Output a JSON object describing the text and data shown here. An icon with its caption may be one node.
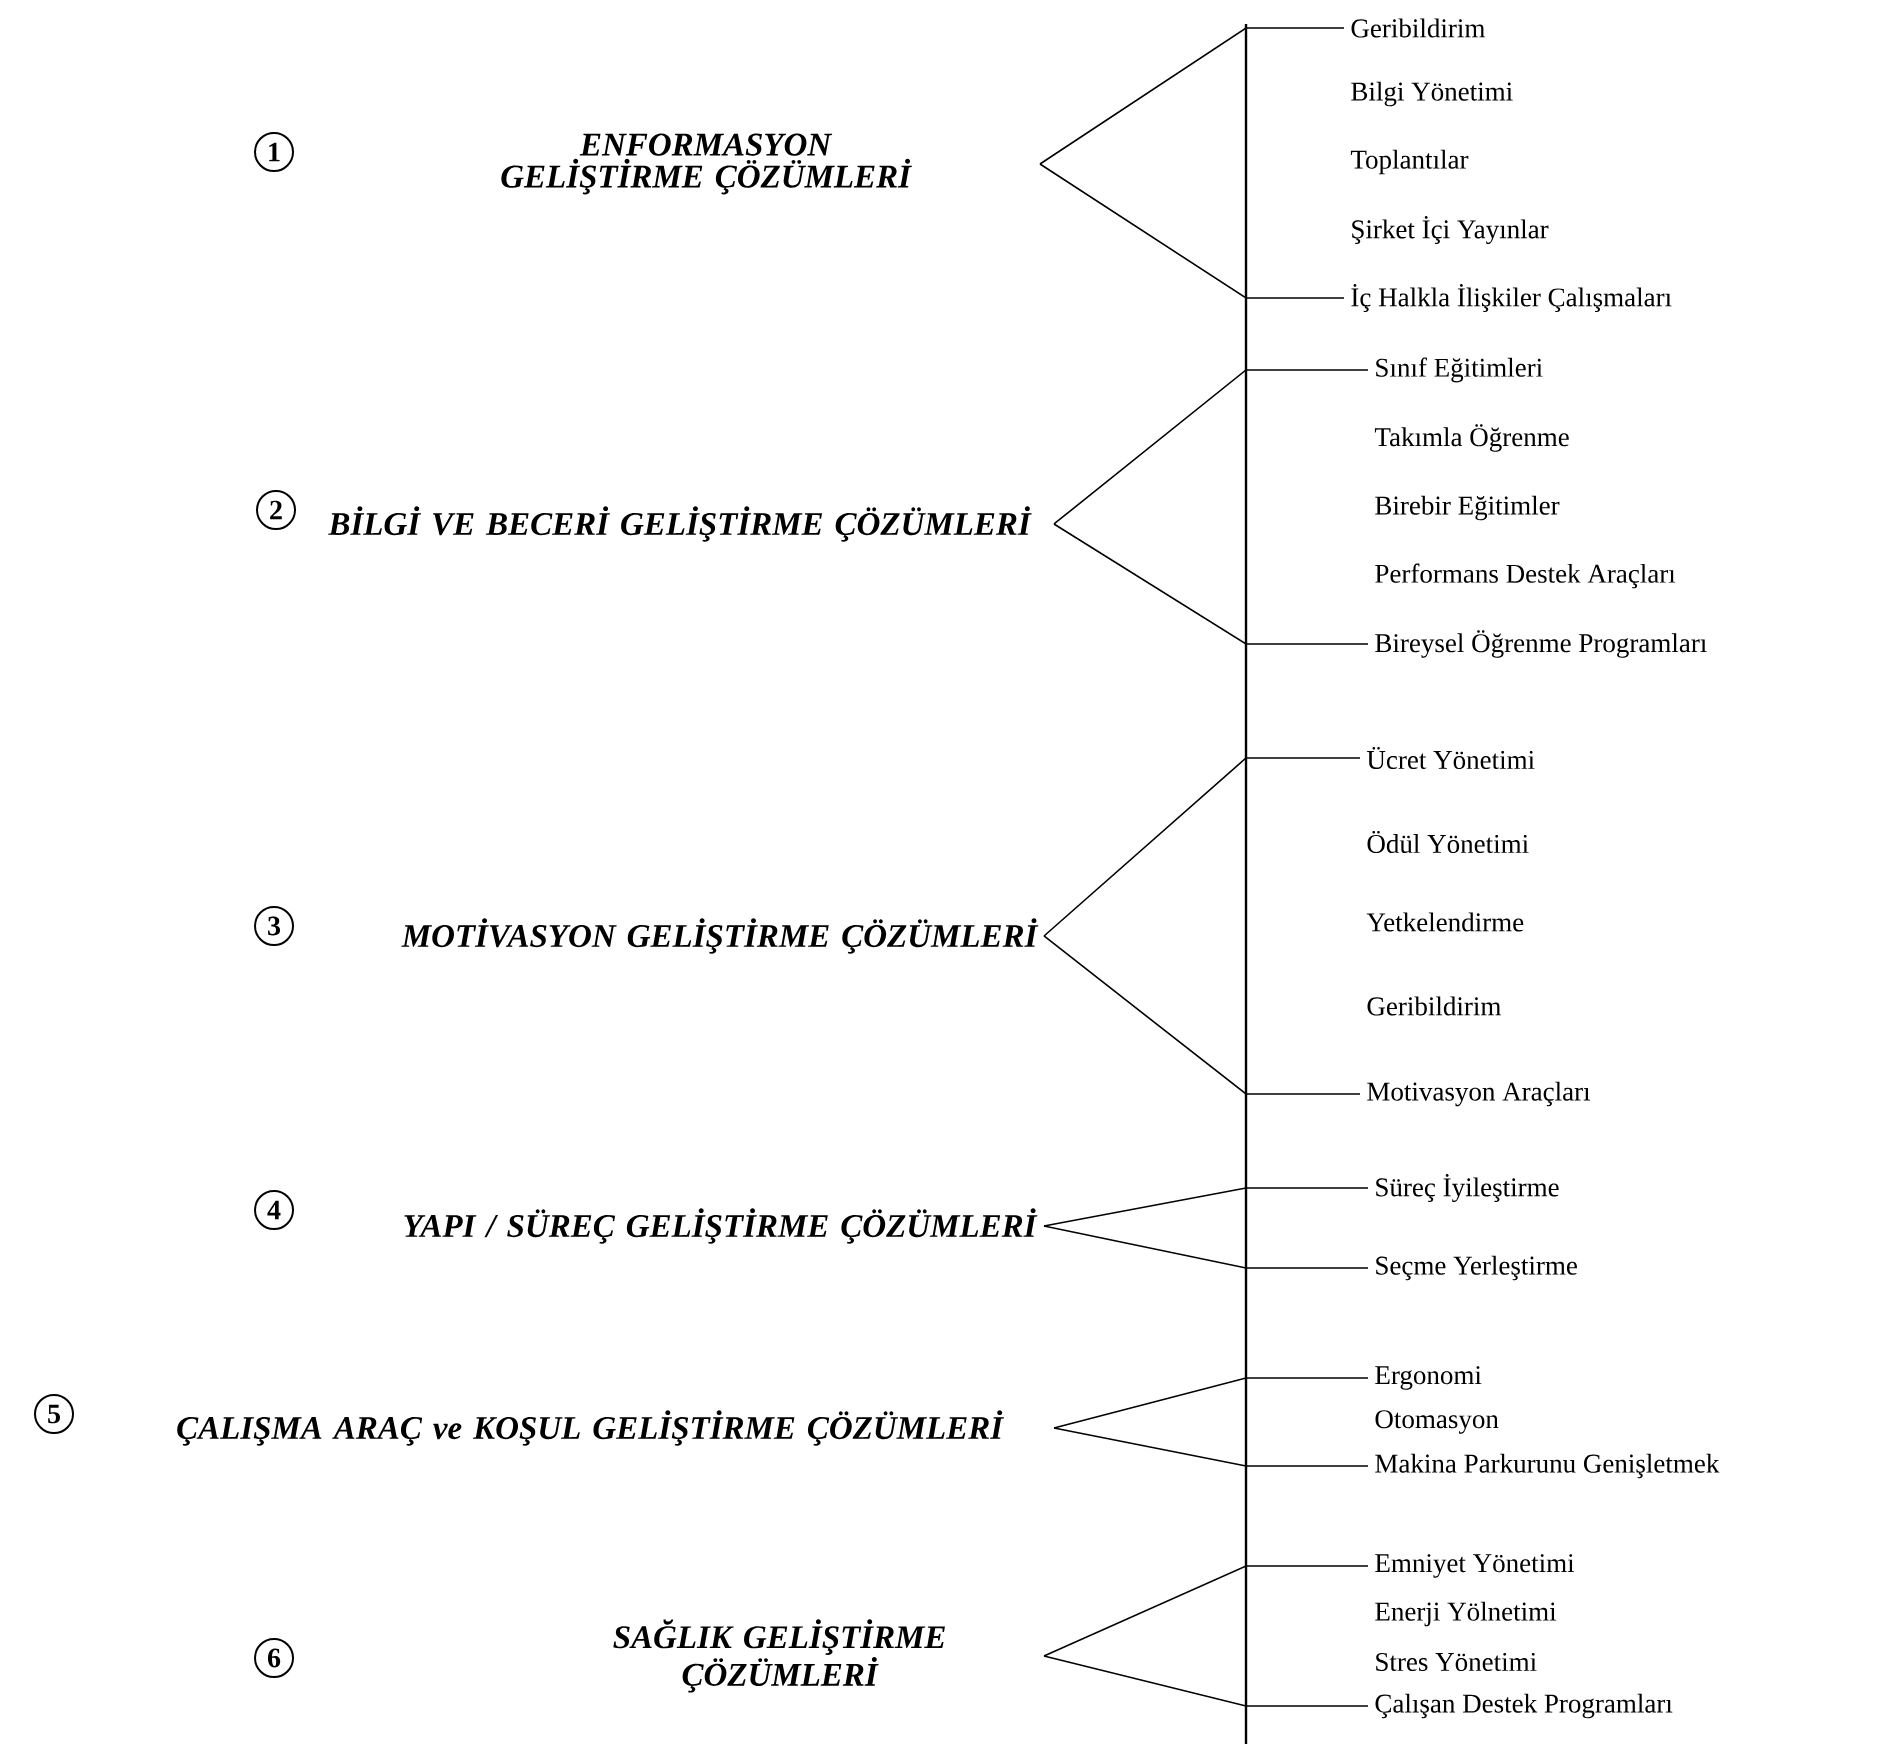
{
  "diagram": {
    "nodes": [
      {
        "text": [
          "1"
        ]
      },
      {
        "text": [
          "ENFORMASYON GELİŞTİRME ÇÖZÜMLERİ"
        ]
      },
      {
        "text": [
          "Geribildirim"
        ]
      },
      {
        "text": [
          "Bilgi Yönetimi"
        ]
      },
      {
        "text": [
          "Toplantılar"
        ]
      },
      {
        "text": [
          "Şirket İçi Yayınlar"
        ]
      },
      {
        "text": [
          "İç Halkla İlişkiler Çalışmaları"
        ]
      },
      {
        "text": [
          "2"
        ]
      },
      {
        "text": [
          "BİLGİ VE BECERİ GELİŞTİRME ÇÖZÜMLERİ"
        ]
      },
      {
        "text": [
          "Sınıf Eğitimleri"
        ]
      },
      {
        "text": [
          "Takımla Öğrenme"
        ]
      },
      {
        "text": [
          "Birebir Eğitimler"
        ]
      },
      {
        "text": [
          "Performans Destek Araçları"
        ]
      },
      {
        "text": [
          "Bireysel Öğrenme Programları"
        ]
      },
      {
        "text": [
          "3"
        ]
      },
      {
        "text": [
          "MOTİVASYON GELİŞTİRME ÇÖZÜMLERİ"
        ]
      },
      {
        "text": [
          "Ücret Yönetimi"
        ]
      },
      {
        "text": [
          "Ödül Yönetimi"
        ]
      },
      {
        "text": [
          "Yetkelendirme"
        ]
      },
      {
        "text": [
          "Geribildirim"
        ]
      },
      {
        "text": [
          "Motivasyon Araçları"
        ]
      },
      {
        "text": [
          "4"
        ]
      },
      {
        "text": [
          "YAPI / SÜREÇ GELİŞTİRME ÇÖZÜMLERİ"
        ]
      },
      {
        "text": [
          "Süreç İyileştirme"
        ]
      },
      {
        "text": [
          "Seçme Yerleştirme"
        ]
      },
      {
        "text": [
          "5"
        ]
      },
      {
        "text": [
          "ÇALIŞMA ARAÇ ve KOŞUL GELİŞTİRME ÇÖZÜMLERİ"
        ]
      },
      {
        "text": [
          "Ergonomi"
        ]
      },
      {
        "text": [
          "Otomasyon"
        ]
      },
      {
        "text": [
          "Makina Parkurunu Genişletmek"
        ]
      },
      {
        "text": [
          "6"
        ]
      },
      {
        "text": [
          "SAĞLIK GELİŞTİRME ÇÖZÜMLERİ"
        ]
      },
      {
        "text": [
          "Emniyet Yönetimi"
        ]
      },
      {
        "text": [
          "Enerji Yölnetimi"
        ]
      },
      {
        "text": [
          "Stres Yönetimi"
        ]
      },
      {
        "text": [
          "Çalışan Destek Programları"
        ]
      }
    ],
    "edges": [
      {
        "from": 1,
        "to": 2,
        "arrow": "none"
      },
      {
        "from": 1,
        "to": 6,
        "arrow": "none"
      },
      {
        "from": 8,
        "to": 9,
        "arrow": "none"
      },
      {
        "from": 8,
        "to": 13,
        "arrow": "none"
      },
      {
        "from": 15,
        "to": 16,
        "arrow": "none"
      },
      {
        "from": 15,
        "to": 20,
        "arrow": "none"
      },
      {
        "from": 22,
        "to": 23,
        "arrow": "none"
      },
      {
        "from": 22,
        "to": 24,
        "arrow": "none"
      },
      {
        "from": 26,
        "to": 27,
        "arrow": "none"
      },
      {
        "from": 26,
        "to": 29,
        "arrow": "none"
      },
      {
        "from": 31,
        "to": 32,
        "arrow": "none"
      },
      {
        "from": 31,
        "to": 35,
        "arrow": "none"
      }
    ]
  }
}
